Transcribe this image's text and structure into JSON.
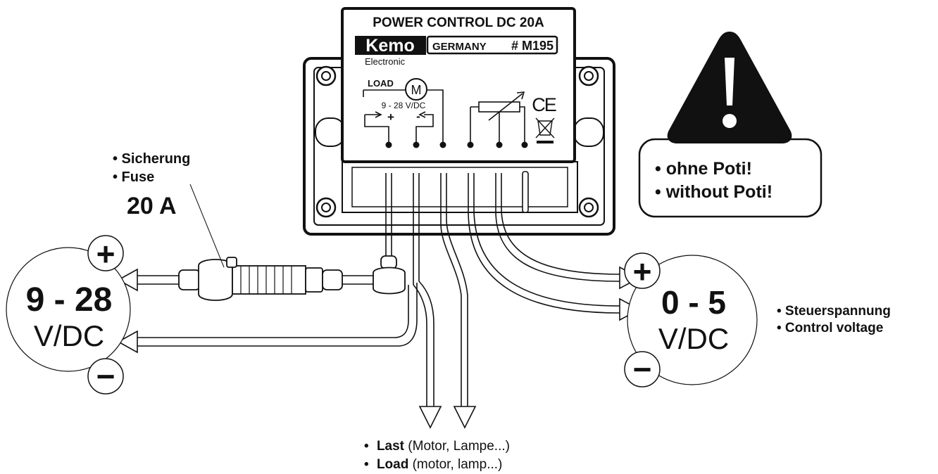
{
  "module": {
    "title": "POWER CONTROL DC 20A",
    "brand": "Kemo",
    "brand_sub": "Electronic",
    "origin": "GERMANY",
    "model": "# M195",
    "load_label": "LOAD",
    "motor_symbol": "M",
    "voltage_label": "9 - 28 V/DC",
    "plus_sign": "+",
    "minus_sign": "-",
    "ce_mark": "CE"
  },
  "fuse": {
    "line1": "• Sicherung",
    "line2": "• Fuse",
    "rating": "20 A"
  },
  "supply": {
    "plus": "+",
    "minus": "−",
    "range": "9 - 28",
    "unit": "V/DC"
  },
  "control": {
    "plus": "+",
    "minus": "−",
    "range": "0 - 5",
    "unit": "V/DC",
    "line1": "• Steuerspannung",
    "line2": "• Control voltage"
  },
  "warning": {
    "line1": "• ohne Poti!",
    "line2": "• without Poti!"
  },
  "load": {
    "line1_bold": "Last",
    "line1_rest": " (Motor, Lampe...)",
    "line2_bold": "Load",
    "line2_rest": " (motor, lamp...)",
    "bullet": "•"
  }
}
